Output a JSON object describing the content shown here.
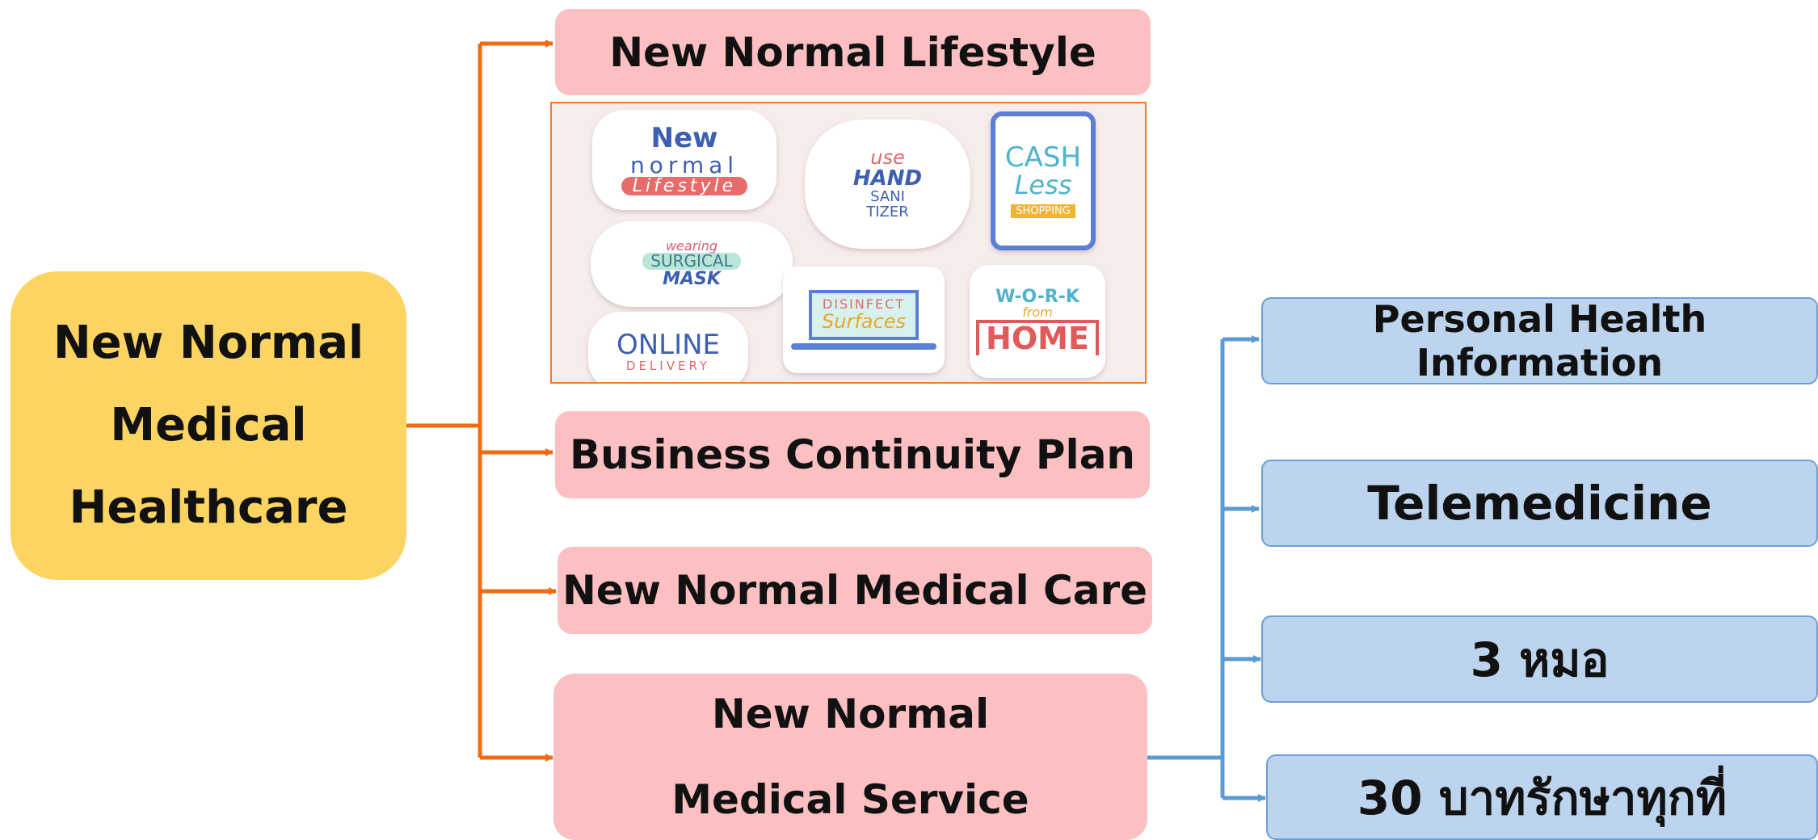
{
  "root": {
    "lines": [
      "New Normal",
      "Medical",
      "Healthcare"
    ]
  },
  "branches": {
    "lifestyle": "New Normal Lifestyle",
    "business": "Business Continuity Plan",
    "medical_care": "New Normal Medical Care",
    "medical_service": [
      "New Normal",
      "Medical Service"
    ]
  },
  "service_items": {
    "phi": "Personal Health Information",
    "telemedicine": "Telemedicine",
    "three_doctors": "3 หมอ",
    "thirty_baht": "30 บาทรักษาทุกที่"
  },
  "stickers": {
    "new_normal": [
      "New",
      "normal",
      "Lifestyle"
    ],
    "sanitizer": [
      "use",
      "HAND",
      "SANI",
      "TIZER"
    ],
    "cashless": [
      "CASH",
      "Less",
      "SHOPPING"
    ],
    "mask": [
      "wearing",
      "SURGICAL",
      "MASK"
    ],
    "disinfect": [
      "DISINFECT",
      "Surfaces"
    ],
    "work": [
      "W-O-R-K",
      "from",
      "HOME"
    ],
    "delivery": [
      "ONLINE",
      "DELIVERY"
    ]
  },
  "colors": {
    "root_fill": "#fcd462",
    "branch_fill": "#fcc0c2",
    "service_fill": "#bcd4ee",
    "orange_connector": "#f26b12",
    "blue_connector": "#5b9bd5"
  }
}
